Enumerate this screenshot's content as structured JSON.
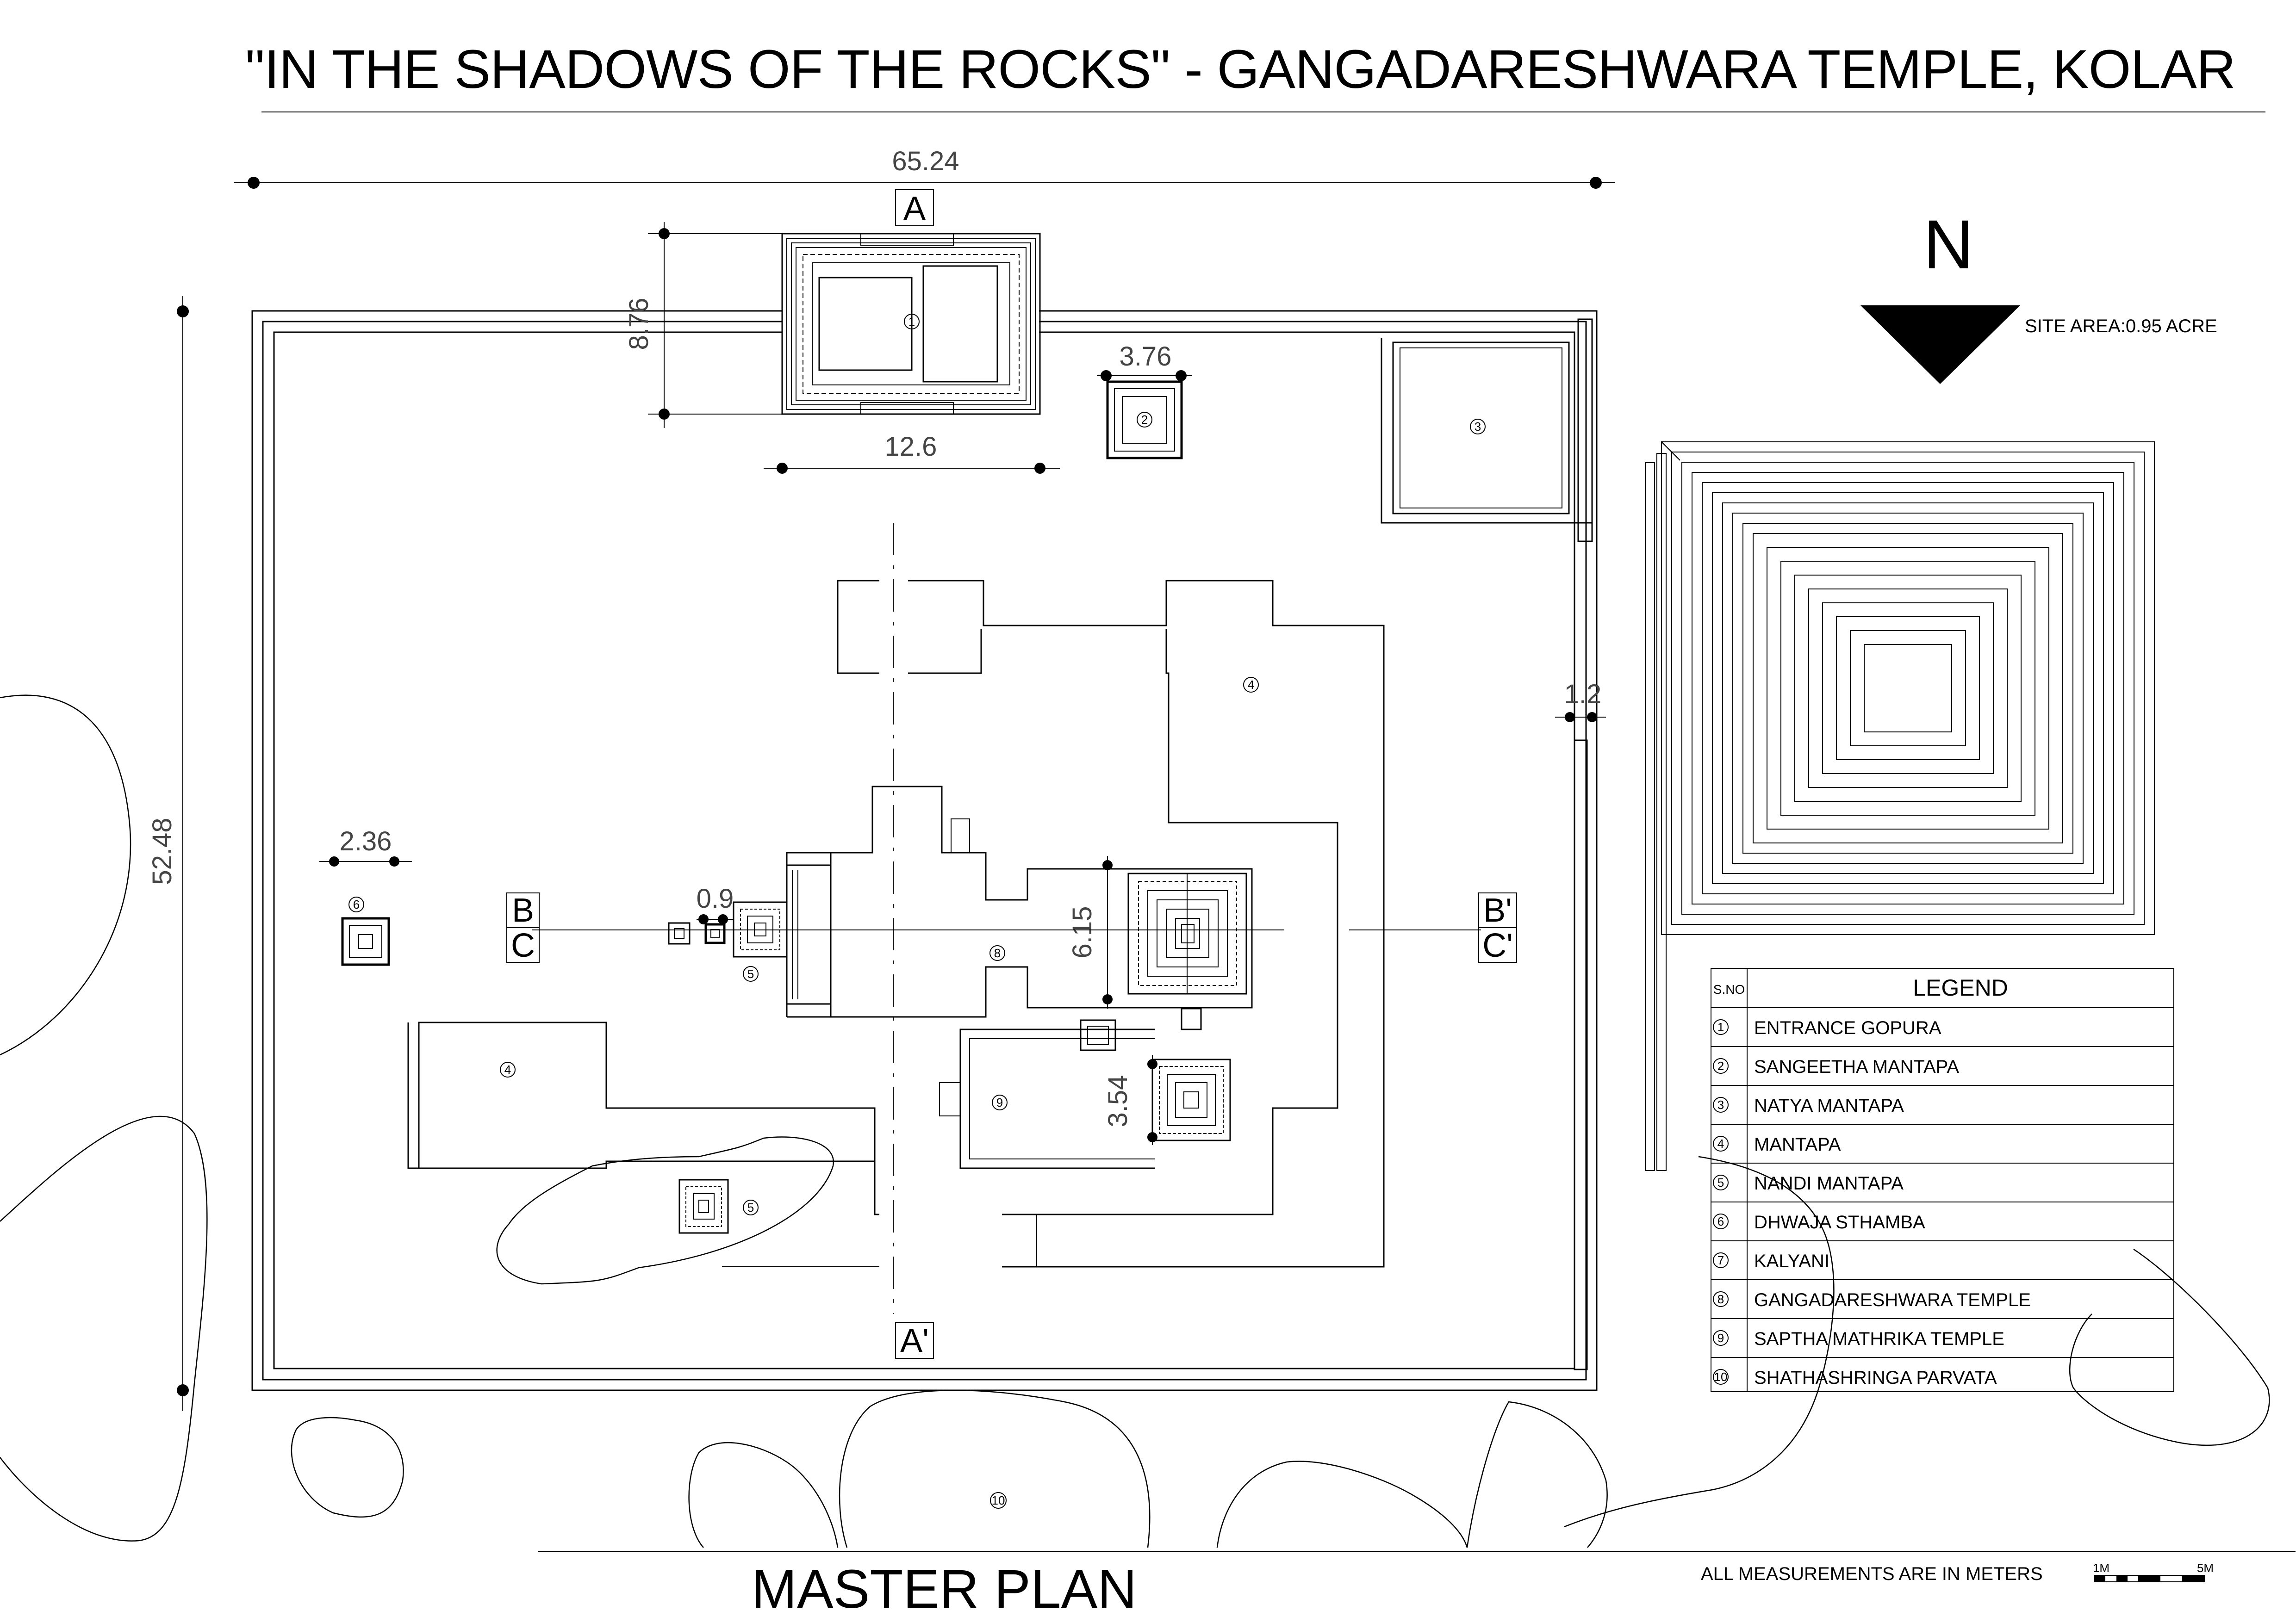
{
  "title": "\"IN THE SHADOWS OF THE ROCKS\"  - GANGADARESHWARA TEMPLE, KOLAR",
  "drawing_name": "MASTER PLAN",
  "note": "ALL MEASUREMENTS ARE IN METERS",
  "north_label": "N",
  "site_area": "SITE AREA:0.95 ACRE",
  "scale_bar": {
    "start": "1M",
    "end": "5M"
  },
  "dimensions": {
    "site_width": "65.24",
    "site_height": "52.48",
    "gopura_depth": "8.76",
    "gopura_width": "12.6",
    "sangeetha_width": "3.76",
    "dhwaja_width": "2.36",
    "nandi_gap": "0.9",
    "garbhagriha_width": "6.15",
    "saptha_width": "3.54",
    "wall_gap": "1.2"
  },
  "section_markers": {
    "a_top": "A",
    "a_bottom": "A'",
    "b_left": "B",
    "c_left": "C",
    "b_right": "B'",
    "c_right": "C'"
  },
  "plan_numbers": {
    "gopura": "1",
    "sangeetha": "2",
    "natya": "3",
    "mantapa_north": "4",
    "mantapa_south": "4",
    "nandi_main": "5",
    "nandi_rock": "5",
    "dhwaja": "6",
    "main_temple": "8",
    "saptha": "9",
    "parvata": "10"
  },
  "legend": {
    "header_sno": "S.NO",
    "header_title": "LEGEND",
    "items": [
      {
        "no": "1",
        "label": "ENTRANCE GOPURA"
      },
      {
        "no": "2",
        "label": "SANGEETHA MANTAPA"
      },
      {
        "no": "3",
        "label": "NATYA MANTAPA"
      },
      {
        "no": "4",
        "label": "MANTAPA"
      },
      {
        "no": "5",
        "label": "NANDI MANTAPA"
      },
      {
        "no": "6",
        "label": "DHWAJA  STHAMBA"
      },
      {
        "no": "7",
        "label": "KALYANI"
      },
      {
        "no": "8",
        "label": "GANGADARESHWARA TEMPLE"
      },
      {
        "no": "9",
        "label": "SAPTHA MATHRIKA TEMPLE"
      },
      {
        "no": "10",
        "label": "SHATHASHRINGA PARVATA"
      }
    ]
  }
}
